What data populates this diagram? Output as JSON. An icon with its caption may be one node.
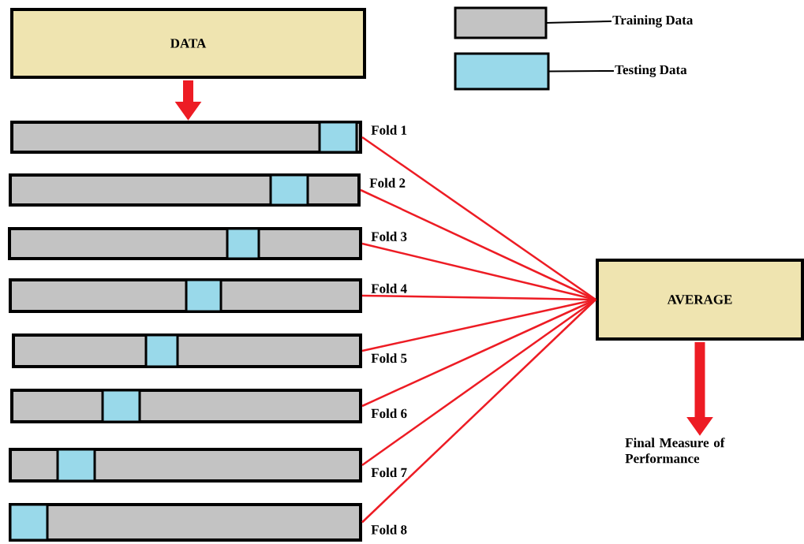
{
  "diagram": {
    "nodes": [
      {
        "text": [
          "DATA"
        ]
      },
      {
        "text": [],
        "shape": "bar",
        "beside": [
          "Fold 1"
        ]
      },
      {
        "text": [],
        "shape": "box",
        "in": 1
      },
      {
        "text": [],
        "shape": "bar",
        "beside": [
          "Fold 2"
        ]
      },
      {
        "text": [],
        "shape": "box",
        "in": 3
      },
      {
        "text": [],
        "shape": "bar",
        "beside": [
          "Fold 3"
        ]
      },
      {
        "text": [],
        "shape": "box",
        "in": 5
      },
      {
        "text": [],
        "shape": "bar",
        "beside": [
          "Fold 4"
        ]
      },
      {
        "text": [],
        "shape": "box",
        "in": 7
      },
      {
        "text": [],
        "shape": "bar",
        "beside": [
          "Fold 5"
        ]
      },
      {
        "text": [],
        "shape": "box",
        "in": 9
      },
      {
        "text": [],
        "shape": "bar",
        "beside": [
          "Fold 6"
        ]
      },
      {
        "text": [],
        "shape": "box",
        "in": 11
      },
      {
        "text": [],
        "shape": "bar",
        "beside": [
          "Fold 7"
        ]
      },
      {
        "text": [],
        "shape": "box",
        "in": 13
      },
      {
        "text": [],
        "shape": "bar",
        "beside": [
          "Fold 8"
        ]
      },
      {
        "text": [],
        "shape": "box",
        "in": 15
      },
      {
        "text": [
          "AVERAGE"
        ]
      },
      {
        "text": [
          "Final Measure of Performance"
        ]
      }
    ],
    "edges": [
      {
        "from": 0,
        "to": 1,
        "arrow": "to",
        "style": "thick"
      },
      {
        "from": 1,
        "to": 17,
        "arrow": "none"
      },
      {
        "from": 3,
        "to": 17,
        "arrow": "none"
      },
      {
        "from": 5,
        "to": 17,
        "arrow": "none"
      },
      {
        "from": 7,
        "to": 17,
        "arrow": "none"
      },
      {
        "from": 9,
        "to": 17,
        "arrow": "none"
      },
      {
        "from": 11,
        "to": 17,
        "arrow": "none"
      },
      {
        "from": 13,
        "to": 17,
        "arrow": "none"
      },
      {
        "from": 15,
        "to": 17,
        "arrow": "none"
      },
      {
        "from": 17,
        "to": 18,
        "arrow": "to",
        "style": "thick"
      }
    ],
    "legend": [
      {
        "text": "Training Data",
        "color": "#c3c3c3"
      },
      {
        "text": "Testing Data",
        "color": "#99d9ea"
      }
    ]
  }
}
